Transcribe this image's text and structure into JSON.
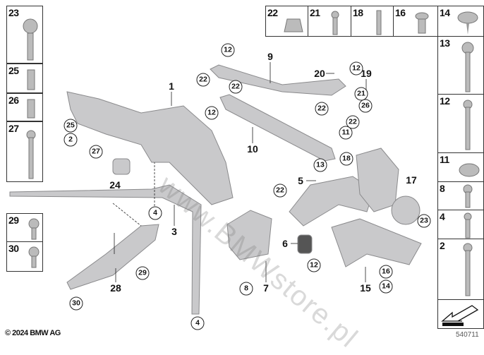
{
  "left_column": [
    "23",
    "25",
    "26",
    "27",
    "29",
    "30"
  ],
  "top_row": [
    "22",
    "21",
    "18",
    "16",
    "14"
  ],
  "right_column": [
    "13",
    "12",
    "11",
    "8",
    "4",
    "2"
  ],
  "callouts": [
    "1",
    "9",
    "20",
    "19",
    "10",
    "17",
    "5",
    "3",
    "24",
    "6",
    "7",
    "15",
    "28",
    "12",
    "22",
    "22",
    "12",
    "12",
    "22",
    "21",
    "26",
    "22",
    "11",
    "13",
    "18",
    "25",
    "2",
    "27",
    "4",
    "22",
    "23",
    "12",
    "8",
    "16",
    "14",
    "29",
    "30",
    "4"
  ],
  "watermark": "www.BMWstore.pl",
  "copyright": "© 2024 BMW AG",
  "diagram_number": "540711"
}
